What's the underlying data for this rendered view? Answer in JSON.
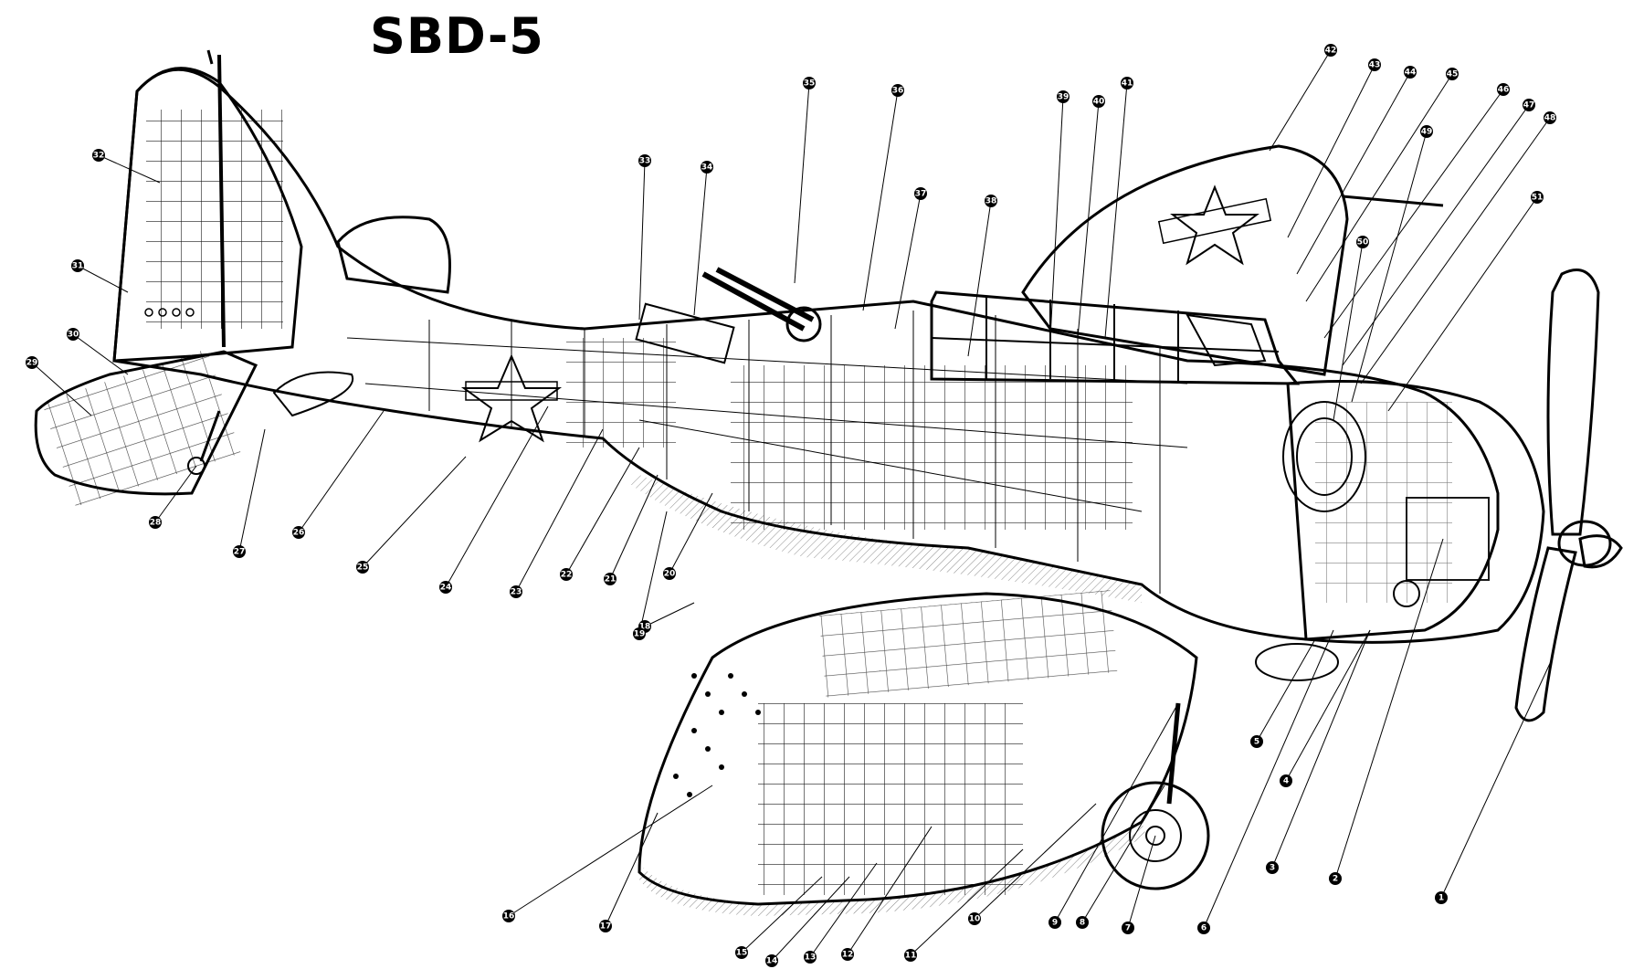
{
  "title": "SBD-5",
  "callouts": [
    "1",
    "2",
    "3",
    "4",
    "5",
    "6",
    "7",
    "8",
    "9",
    "10",
    "11",
    "12",
    "13",
    "14",
    "15",
    "16",
    "17",
    "18",
    "19",
    "20",
    "21",
    "22",
    "23",
    "24",
    "25",
    "26",
    "27",
    "28",
    "29",
    "30",
    "31",
    "32",
    "33",
    "34",
    "35",
    "36",
    "37",
    "38",
    "39",
    "40",
    "41",
    "42",
    "43",
    "44",
    "45",
    "46",
    "47",
    "48",
    "49",
    "50",
    "51"
  ],
  "colors": {
    "ink": "#000000",
    "paper": "#ffffff",
    "shade": "#9a9a9a"
  }
}
